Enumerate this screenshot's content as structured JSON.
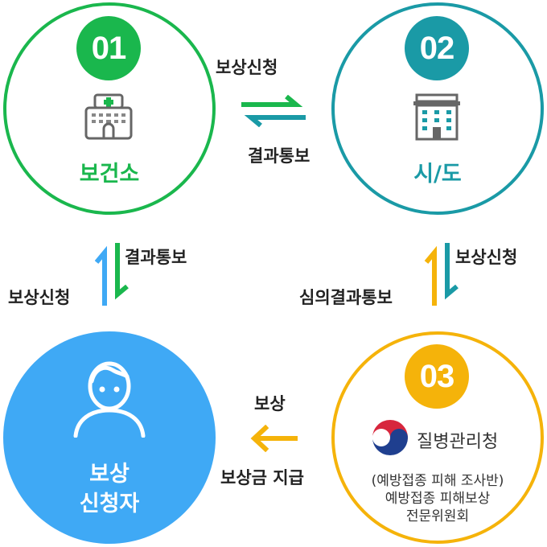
{
  "nodes": {
    "health_center": {
      "number": "01",
      "label": "보건소"
    },
    "city_province": {
      "number": "02",
      "label": "시/도"
    },
    "kdca": {
      "number": "03",
      "name": "질병관리청",
      "line1": "(예방접종 피해 조사반)",
      "line2": "예방접종 피해보상",
      "line3": "전문위원회"
    },
    "applicant": {
      "line1": "보상",
      "line2": "신청자"
    }
  },
  "flows": {
    "top_request": "보상신청",
    "top_result": "결과통보",
    "left_result": "결과통보",
    "left_request": "보상신청",
    "right_request": "보상신청",
    "right_result": "심의결과통보",
    "bottom_comp": "보상",
    "bottom_pay": "보상금 지급"
  },
  "colors": {
    "green": "#1ab74d",
    "teal": "#1a9aa6",
    "yellow": "#f5b30a",
    "blue": "#3fa9f5"
  }
}
